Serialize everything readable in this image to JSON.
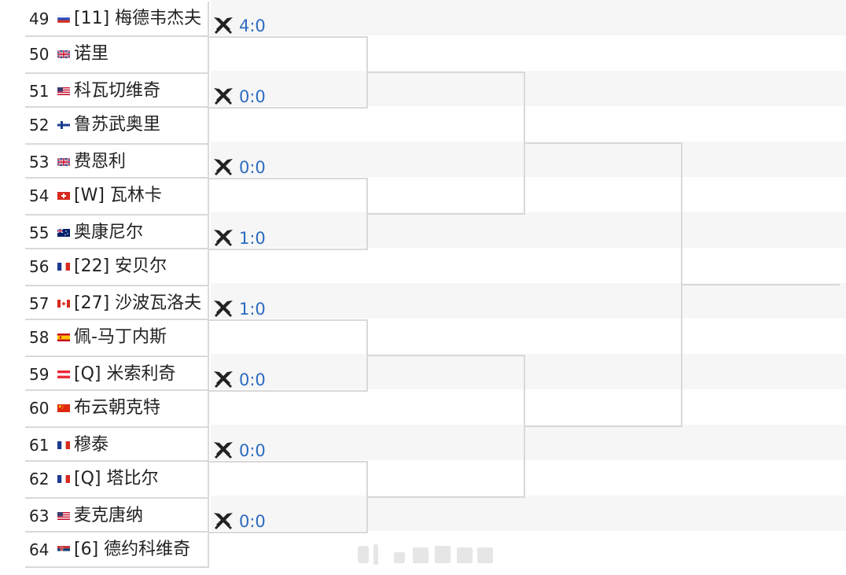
{
  "players": [
    {
      "num": "49",
      "flag": "russia-flag-icon",
      "name": "[11] 梅德韦杰夫"
    },
    {
      "num": "50",
      "flag": "uk-flag-icon",
      "name": "诺里"
    },
    {
      "num": "51",
      "flag": "usa-flag-icon",
      "name": "科瓦切维奇"
    },
    {
      "num": "52",
      "flag": "finland-flag-icon",
      "name": "鲁苏武奥里"
    },
    {
      "num": "53",
      "flag": "uk-flag-icon",
      "name": "费恩利"
    },
    {
      "num": "54",
      "flag": "switzerland-flag-icon",
      "name": "[W] 瓦林卡"
    },
    {
      "num": "55",
      "flag": "australia-flag-icon",
      "name": "奥康尼尔"
    },
    {
      "num": "56",
      "flag": "france-flag-icon",
      "name": "[22] 安贝尔"
    },
    {
      "num": "57",
      "flag": "canada-flag-icon",
      "name": "[27] 沙波瓦洛夫"
    },
    {
      "num": "58",
      "flag": "spain-flag-icon",
      "name": "佩-马丁内斯"
    },
    {
      "num": "59",
      "flag": "austria-flag-icon",
      "name": "[Q] 米索利奇"
    },
    {
      "num": "60",
      "flag": "china-flag-icon",
      "name": "布云朝克特"
    },
    {
      "num": "61",
      "flag": "france-flag-icon",
      "name": "穆泰"
    },
    {
      "num": "62",
      "flag": "france-flag-icon",
      "name": "[Q] 塔比尔"
    },
    {
      "num": "63",
      "flag": "usa-flag-icon",
      "name": "麦克唐纳"
    },
    {
      "num": "64",
      "flag": "serbia-flag-icon",
      "name": "[6] 德约科维奇"
    }
  ],
  "matches": [
    {
      "icon": "crossed-swords-icon",
      "score": "4:0"
    },
    {
      "icon": "crossed-swords-icon",
      "score": "0:0"
    },
    {
      "icon": "crossed-swords-icon",
      "score": "0:0"
    },
    {
      "icon": "crossed-swords-icon",
      "score": "1:0"
    },
    {
      "icon": "crossed-swords-icon",
      "score": "1:0"
    },
    {
      "icon": "crossed-swords-icon",
      "score": "0:0"
    },
    {
      "icon": "crossed-swords-icon",
      "score": "0:0"
    },
    {
      "icon": "crossed-swords-icon",
      "score": "0:0"
    }
  ],
  "colors": {
    "line": "#d9d9d9",
    "score": "#2c6bc0",
    "text": "#222222",
    "band": "#f6f6f6"
  }
}
